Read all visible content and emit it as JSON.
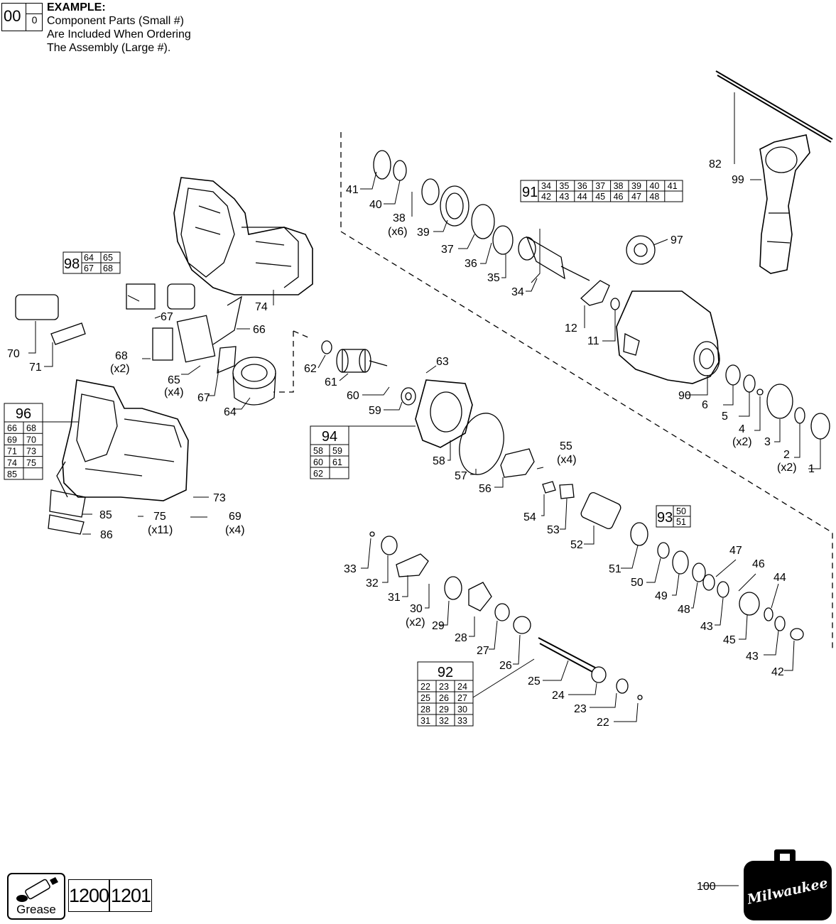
{
  "legend": {
    "assembly_no": "00",
    "component_no": "0",
    "title": "EXAMPLE:",
    "line1": "Component Parts (Small #)",
    "line2": "Are Included When Ordering",
    "line3": "The Assembly (Large #)."
  },
  "grease": {
    "label": "Grease",
    "code1": "1200",
    "code2": "1201"
  },
  "case": {
    "part_no": "100",
    "brand": "Milwaukee"
  },
  "labels": {
    "l1": "1",
    "l2": "2",
    "l2q": "(x2)",
    "l3": "3",
    "l4": "4",
    "l4q": "(x2)",
    "l5": "5",
    "l6": "6",
    "l11": "11",
    "l12": "12",
    "l22": "22",
    "l23": "23",
    "l24": "24",
    "l25": "25",
    "l26": "26",
    "l27": "27",
    "l28": "28",
    "l29": "29",
    "l30": "30",
    "l30q": "(x2)",
    "l31": "31",
    "l32": "32",
    "l33": "33",
    "l34": "34",
    "l35": "35",
    "l36": "36",
    "l37": "37",
    "l38": "38",
    "l38q": "(x6)",
    "l39": "39",
    "l40": "40",
    "l41": "41",
    "l42": "42",
    "l43a": "43",
    "l43b": "43",
    "l44": "44",
    "l45": "45",
    "l46": "46",
    "l47": "47",
    "l48": "48",
    "l49": "49",
    "l50": "50",
    "l51": "51",
    "l52": "52",
    "l53": "53",
    "l54": "54",
    "l55": "55",
    "l55q": "(x4)",
    "l56": "56",
    "l57": "57",
    "l58": "58",
    "l59": "59",
    "l60": "60",
    "l61": "61",
    "l62": "62",
    "l63": "63",
    "l64": "64",
    "l65": "65",
    "l65q": "(x4)",
    "l66": "66",
    "l67a": "67",
    "l67b": "67",
    "l68": "68",
    "l68q": "(x2)",
    "l69": "69",
    "l69q": "(x4)",
    "l70": "70",
    "l71": "71",
    "l73": "73",
    "l74": "74",
    "l75": "75",
    "l75q": "(x11)",
    "l82": "82",
    "l85": "85",
    "l86": "86",
    "l90": "90",
    "l97": "97",
    "l99": "99"
  },
  "assemblies": {
    "a91": {
      "no": "91",
      "row1": [
        "34",
        "35",
        "36",
        "37",
        "38",
        "39",
        "40",
        "41"
      ],
      "row2": [
        "42",
        "43",
        "44",
        "45",
        "46",
        "47",
        "48",
        ""
      ]
    },
    "a92": {
      "no": "92",
      "rows": [
        [
          "22",
          "23",
          "24"
        ],
        [
          "25",
          "26",
          "27"
        ],
        [
          "28",
          "29",
          "30"
        ],
        [
          "31",
          "32",
          "33"
        ]
      ]
    },
    "a93": {
      "no": "93",
      "parts": [
        "50",
        "51"
      ]
    },
    "a94": {
      "no": "94",
      "rows": [
        [
          "58",
          "59"
        ],
        [
          "60",
          "61"
        ],
        [
          "62",
          ""
        ]
      ]
    },
    "a96": {
      "no": "96",
      "rows": [
        [
          "66",
          "68"
        ],
        [
          "69",
          "70"
        ],
        [
          "71",
          "73"
        ],
        [
          "74",
          "75"
        ],
        [
          "85",
          ""
        ]
      ]
    },
    "a98": {
      "no": "98",
      "rows": [
        [
          "64",
          "65"
        ],
        [
          "67",
          "68"
        ]
      ]
    }
  }
}
